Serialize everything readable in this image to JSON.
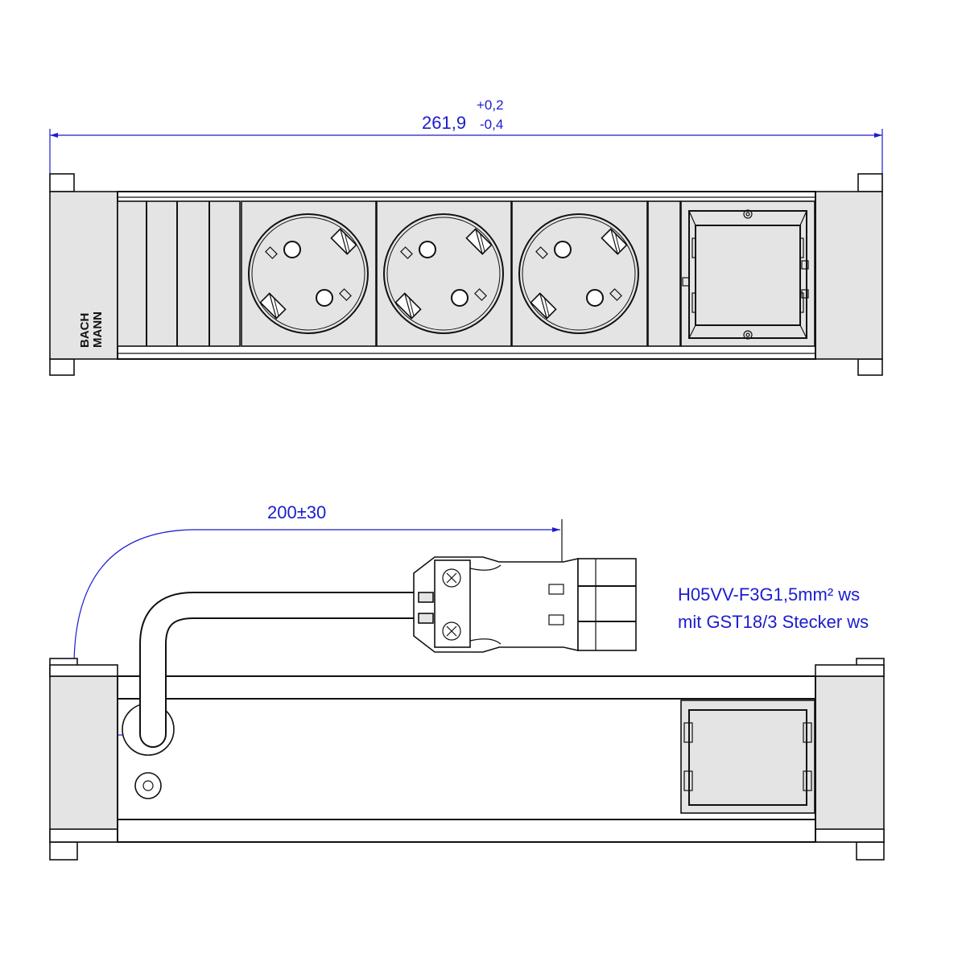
{
  "top_view": {
    "dimension": {
      "value": "261,9",
      "tol_upper": "+0,2",
      "tol_lower": "-0,4"
    },
    "brand": {
      "line1": "BACH",
      "line2": "MANN"
    },
    "sockets": [
      {
        "type": "schuko"
      },
      {
        "type": "schuko"
      },
      {
        "type": "schuko"
      }
    ]
  },
  "side_view": {
    "cable_length": "200±30",
    "cable_spec": {
      "line1": "H05VV-F3G1,5mm² ws",
      "line2": "mit GST18/3  Stecker ws"
    }
  }
}
